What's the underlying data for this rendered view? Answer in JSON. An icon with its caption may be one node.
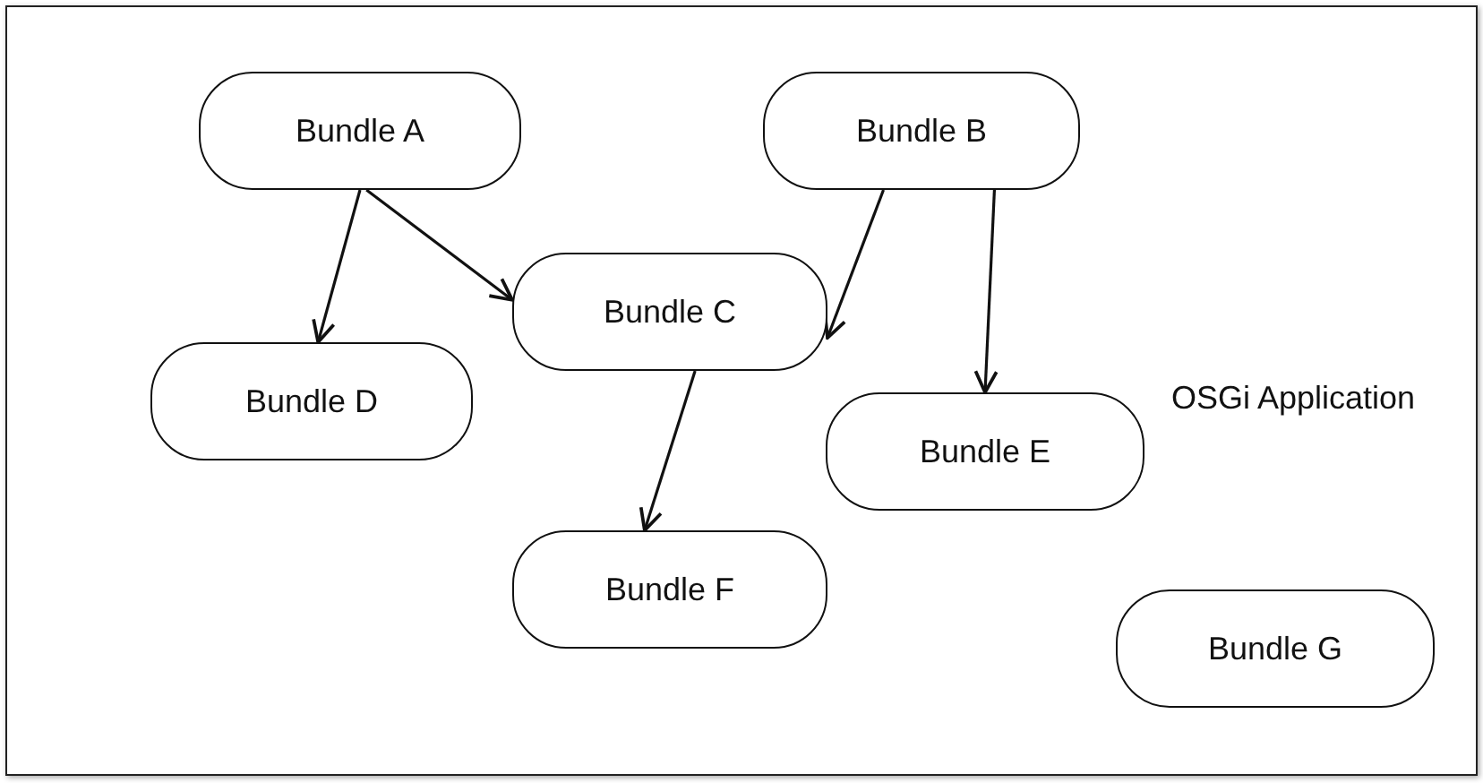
{
  "diagram": {
    "nodes": [
      {
        "text": [
          "OSGi Application"
        ]
      },
      {
        "text": [
          "Bundle A"
        ],
        "in": 0
      },
      {
        "text": [
          "Bundle B"
        ],
        "in": 0
      },
      {
        "text": [
          "Bundle C"
        ],
        "in": 0
      },
      {
        "text": [
          "Bundle D"
        ],
        "in": 0
      },
      {
        "text": [
          "Bundle E"
        ],
        "in": 0
      },
      {
        "text": [
          "Bundle F"
        ],
        "in": 0
      },
      {
        "text": [
          "Bundle G"
        ],
        "in": 0
      }
    ],
    "edges": [
      {
        "from": 1,
        "to": 4,
        "arrow": "to"
      },
      {
        "from": 1,
        "to": 3,
        "arrow": "to"
      },
      {
        "from": 2,
        "to": 3,
        "arrow": "to"
      },
      {
        "from": 2,
        "to": 5,
        "arrow": "to"
      },
      {
        "from": 3,
        "to": 6,
        "arrow": "to"
      }
    ]
  }
}
